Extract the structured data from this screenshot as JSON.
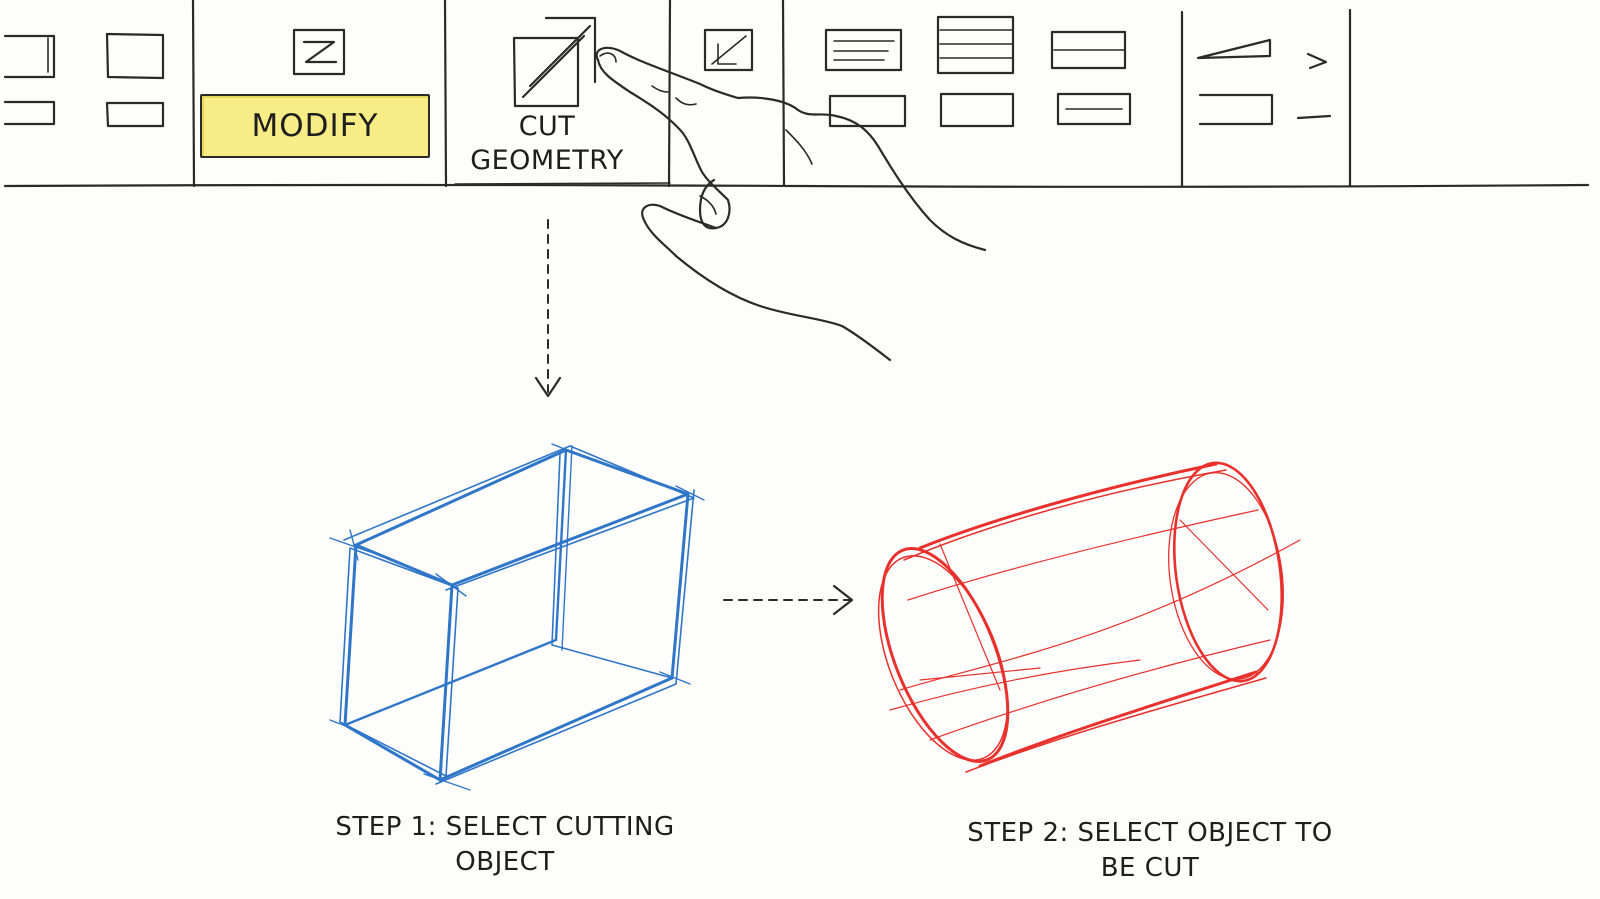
{
  "ribbon": {
    "modify_label": "MODIFY",
    "cut_geometry_label_line1": "CUT",
    "cut_geometry_label_line2": "GEOMETRY",
    "modify_highlight_color": "#f8ec86"
  },
  "steps": [
    {
      "caption_line1": "STEP 1: SELECT CUTTING",
      "caption_line2": "OBJECT",
      "shape": "box-wireframe",
      "color": "#2f76c9"
    },
    {
      "caption_line1": "STEP 2: SELECT OBJECT TO",
      "caption_line2": "BE CUT",
      "shape": "cylinder-wireframe",
      "color": "#e8302c"
    }
  ],
  "icons": {
    "pointer": "pointing-hand-icon",
    "flow_down": "dashed-arrow-down-icon",
    "flow_right": "dashed-arrow-right-icon"
  }
}
